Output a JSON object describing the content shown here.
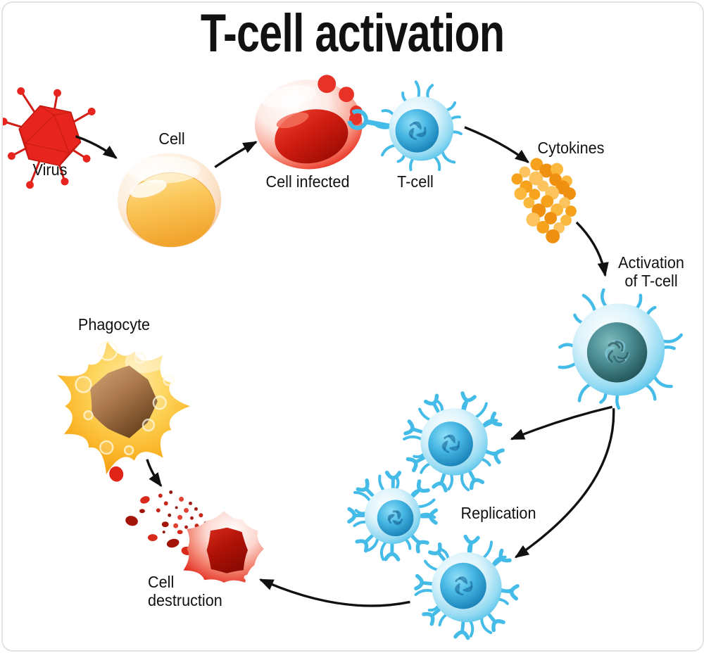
{
  "title": "T-cell activation",
  "labels": {
    "virus": "Virus",
    "cell": "Cell",
    "cell_infected": "Cell infected",
    "t_cell": "T-cell",
    "cytokines": "Cytokines",
    "activation": [
      "Activation",
      "of T-cell"
    ],
    "replication": "Replication",
    "phagocyte": "Phagocyte",
    "cell_destruction": [
      "Cell",
      "destruction"
    ]
  },
  "colors": {
    "background": "#ffffff",
    "card_border": "#e3e3e3",
    "text": "#111111",
    "arrow": "#111111",
    "virus_red": "#e8241e",
    "virus_edge": "#c0170f",
    "cell_yellow": "#f7b733",
    "cell_rim": "#f5c496",
    "infected_red": "#e73327",
    "infected_nucleus": "#b5170e",
    "t_cell_blue": "#45bce8",
    "t_cell_nucleus": "#1f8fc4",
    "activated_nucleus": "#2a5f63",
    "cytokine_orange": "#f6a21d",
    "cytokine_light": "#fcc35f",
    "phagocyte_orange": "#f79d0e",
    "phagocyte_nucleus": "#7a4e24",
    "destruction_red": "#e1281c",
    "debris_dark": "#8f1a10"
  }
}
